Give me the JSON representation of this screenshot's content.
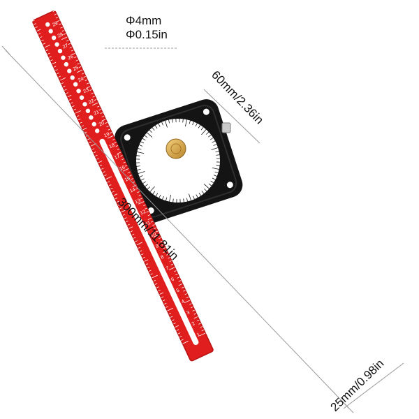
{
  "labels": {
    "hole_dia_mm": "Φ4mm",
    "hole_dia_in": "Φ0.15in",
    "length": "300mm/11.81in",
    "base_width": "60mm/2.36in",
    "ruler_width": "25mm/0.98in"
  },
  "ruler": {
    "scale_numbers": [
      "1",
      "2",
      "3",
      "4",
      "5",
      "6",
      "7",
      "8",
      "9",
      "10",
      "11",
      "12",
      "13",
      "14",
      "15",
      "16",
      "17",
      "18",
      "19",
      "20",
      "21",
      "22",
      "23",
      "24",
      "25",
      "26",
      "27",
      "28",
      "29"
    ]
  },
  "colors": {
    "ruler": "#e01e1e",
    "ruler_edge": "#b81414",
    "base": "#141414",
    "knob": "#d9a441",
    "dimension_line": "#999999"
  }
}
